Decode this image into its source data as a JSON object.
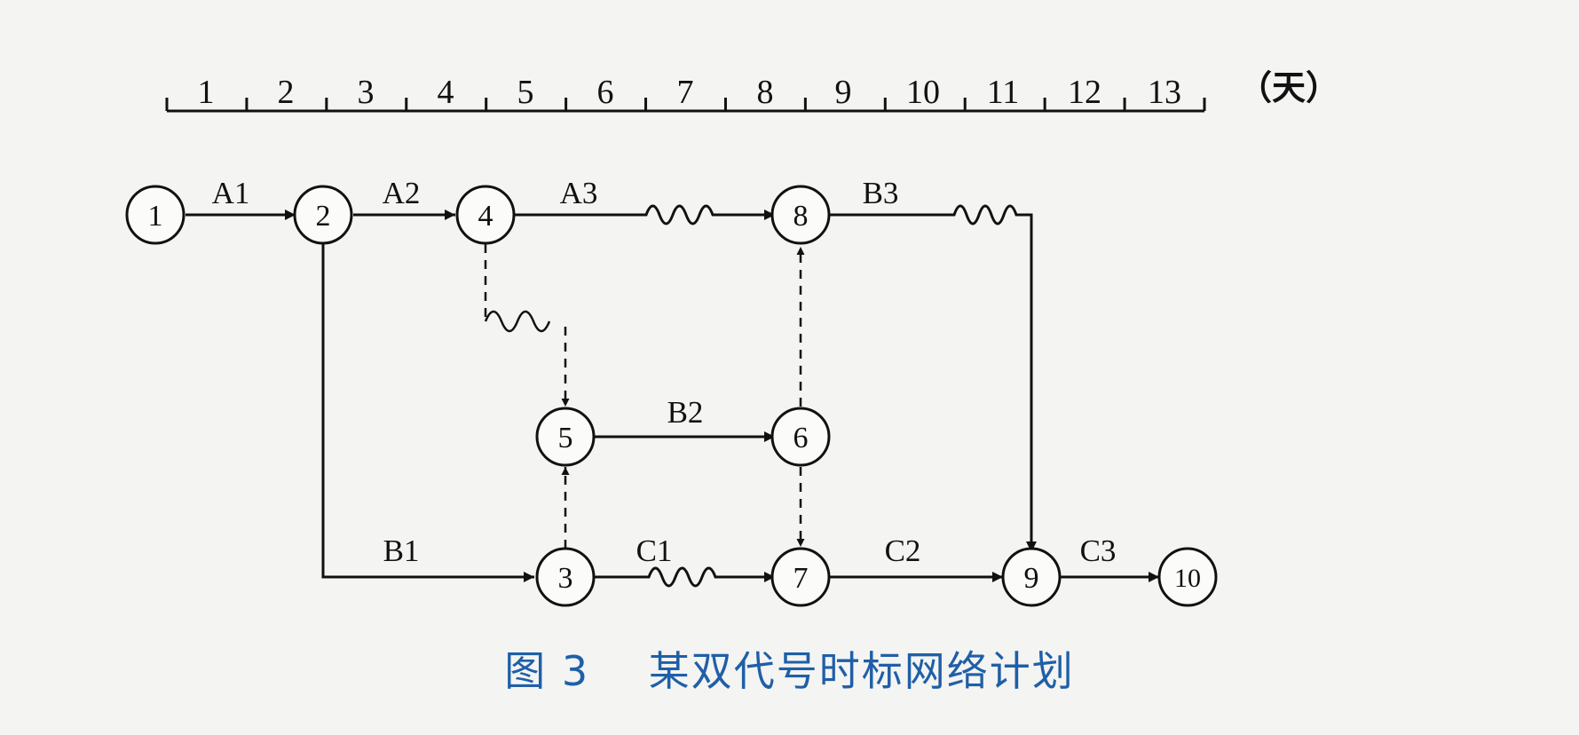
{
  "timescale": {
    "ticks": [
      "1",
      "2",
      "3",
      "4",
      "5",
      "6",
      "7",
      "8",
      "9",
      "10",
      "11",
      "12",
      "13"
    ],
    "unit": "（天）"
  },
  "nodes": [
    {
      "id": "1",
      "day": 0,
      "row": "top"
    },
    {
      "id": "2",
      "day": 2,
      "row": "top"
    },
    {
      "id": "4",
      "day": 4,
      "row": "top"
    },
    {
      "id": "8",
      "day": 8,
      "row": "top"
    },
    {
      "id": "5",
      "day": 5,
      "row": "middle"
    },
    {
      "id": "6",
      "day": 8,
      "row": "middle"
    },
    {
      "id": "3",
      "day": 5,
      "row": "bottom"
    },
    {
      "id": "7",
      "day": 8,
      "row": "bottom"
    },
    {
      "id": "9",
      "day": 11,
      "row": "bottom"
    },
    {
      "id": "10",
      "day": 13,
      "row": "bottom"
    }
  ],
  "activities": [
    {
      "label": "A1",
      "from": "1",
      "to": "2"
    },
    {
      "label": "A2",
      "from": "2",
      "to": "4"
    },
    {
      "label": "A3",
      "from": "4",
      "to": "8"
    },
    {
      "label": "B3",
      "from": "8",
      "to": "9"
    },
    {
      "label": "B2",
      "from": "5",
      "to": "6"
    },
    {
      "label": "B1",
      "from": "2",
      "to": "3"
    },
    {
      "label": "C1",
      "from": "3",
      "to": "7"
    },
    {
      "label": "C2",
      "from": "7",
      "to": "9"
    },
    {
      "label": "C3",
      "from": "9",
      "to": "10"
    }
  ],
  "dummy_activities": [
    {
      "from": "4",
      "to": "5"
    },
    {
      "from": "3",
      "to": "5"
    },
    {
      "from": "6",
      "to": "8"
    },
    {
      "from": "6",
      "to": "7"
    }
  ],
  "caption": {
    "figure": "图 3",
    "title": "某双代号时标网络计划"
  }
}
